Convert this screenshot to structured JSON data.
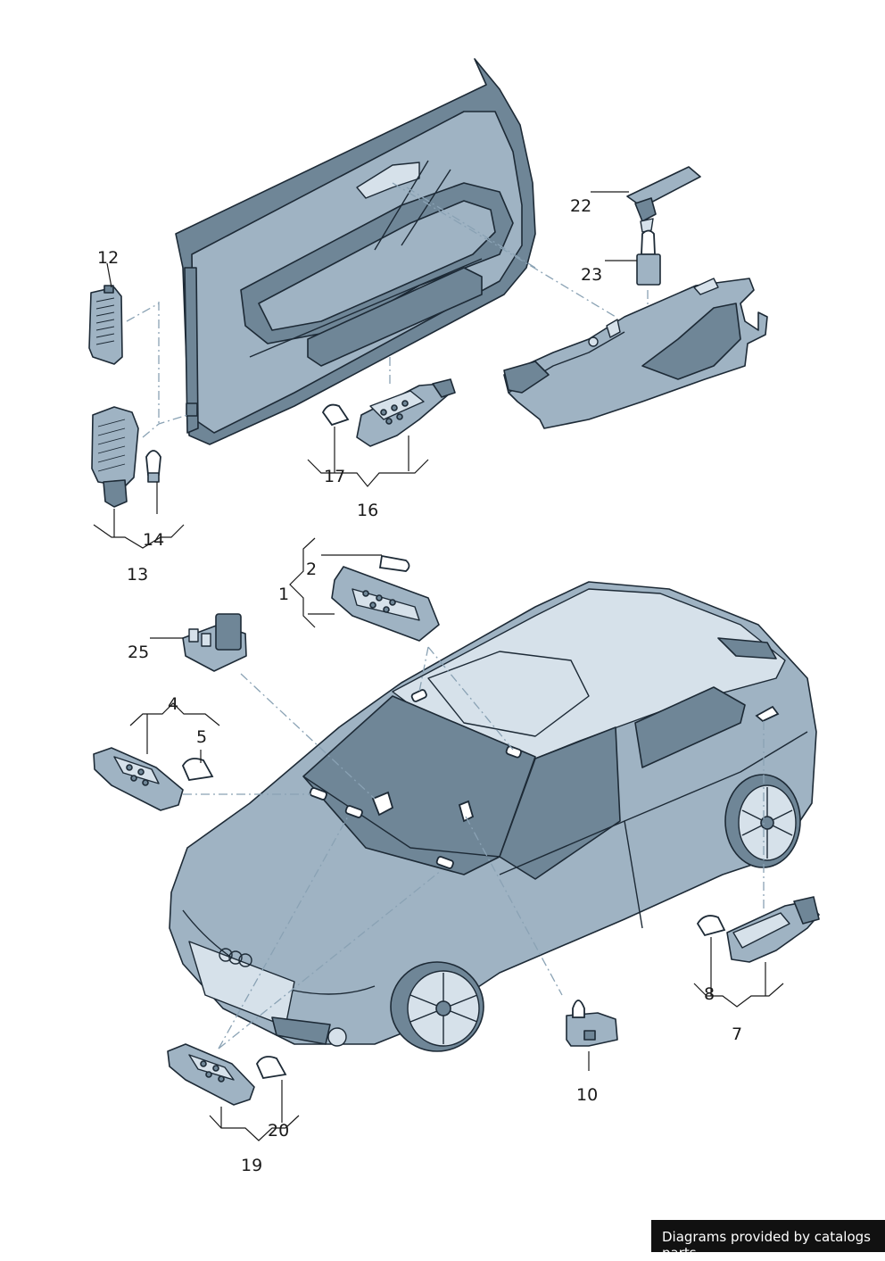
{
  "callouts": [
    {
      "id": "1",
      "label": "1"
    },
    {
      "id": "2",
      "label": "2"
    },
    {
      "id": "4",
      "label": "4"
    },
    {
      "id": "5",
      "label": "5"
    },
    {
      "id": "7",
      "label": "7"
    },
    {
      "id": "8",
      "label": "8"
    },
    {
      "id": "10",
      "label": "10"
    },
    {
      "id": "12",
      "label": "12"
    },
    {
      "id": "13",
      "label": "13"
    },
    {
      "id": "14",
      "label": "14"
    },
    {
      "id": "16",
      "label": "16"
    },
    {
      "id": "17",
      "label": "17"
    },
    {
      "id": "19",
      "label": "19"
    },
    {
      "id": "20",
      "label": "20"
    },
    {
      "id": "22",
      "label": "22"
    },
    {
      "id": "23",
      "label": "23"
    },
    {
      "id": "25",
      "label": "25"
    }
  ],
  "watermark": "Diagrams provided by catalogs parts"
}
